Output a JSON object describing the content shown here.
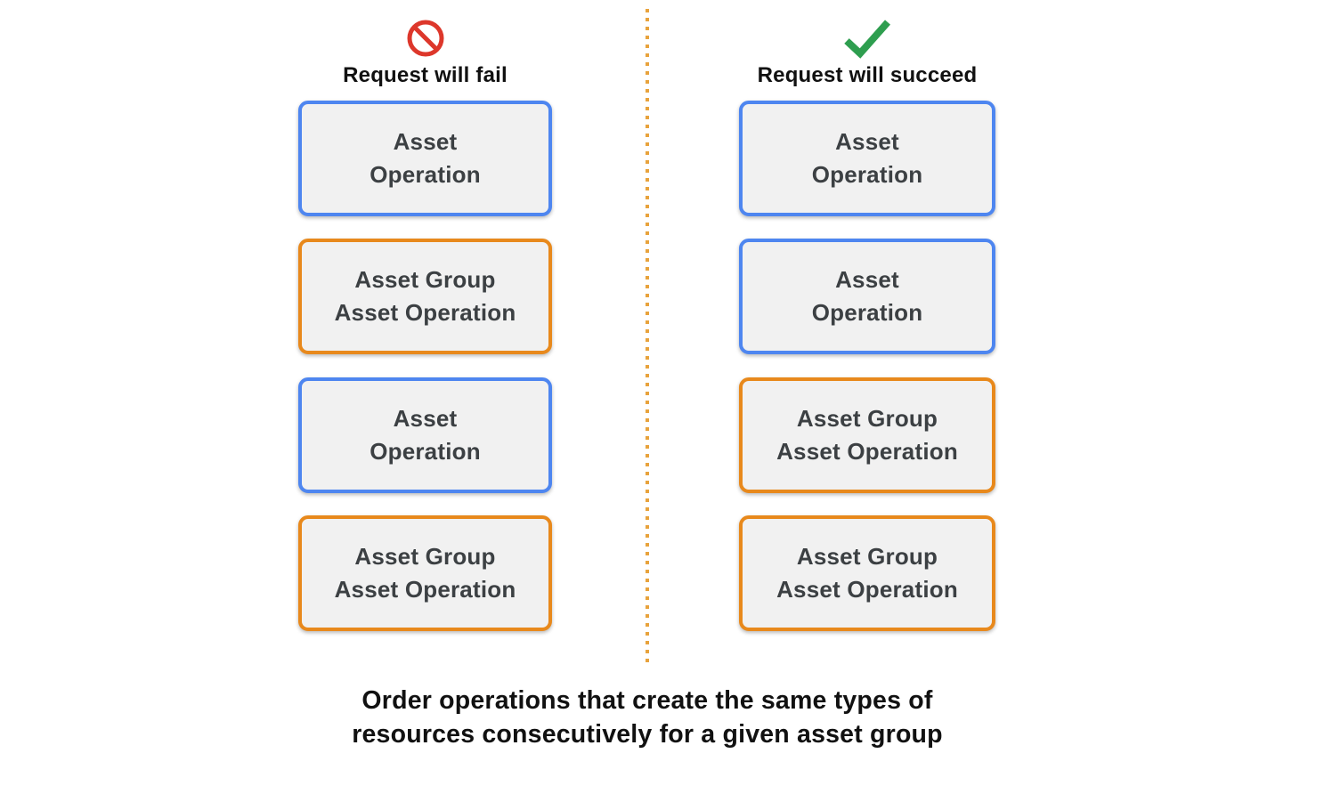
{
  "diagram": {
    "fail_column": {
      "icon": "prohibition-icon",
      "title": "Request will fail",
      "boxes": [
        {
          "type": "asset_operation",
          "line1": "Asset",
          "line2": "Operation"
        },
        {
          "type": "asset_group_asset_operation",
          "line1": "Asset Group",
          "line2": "Asset Operation"
        },
        {
          "type": "asset_operation",
          "line1": "Asset",
          "line2": "Operation"
        },
        {
          "type": "asset_group_asset_operation",
          "line1": "Asset Group",
          "line2": "Asset Operation"
        }
      ]
    },
    "succeed_column": {
      "icon": "checkmark-icon",
      "title": "Request will succeed",
      "boxes": [
        {
          "type": "asset_operation",
          "line1": "Asset",
          "line2": "Operation"
        },
        {
          "type": "asset_operation",
          "line1": "Asset",
          "line2": "Operation"
        },
        {
          "type": "asset_group_asset_operation",
          "line1": "Asset Group",
          "line2": "Asset Operation"
        },
        {
          "type": "asset_group_asset_operation",
          "line1": "Asset Group",
          "line2": "Asset Operation"
        }
      ]
    },
    "caption": {
      "line1": "Order operations that create the same types of",
      "line2": "resources consecutively for a given asset group"
    },
    "colors": {
      "asset_operation_border": "#4e86f0",
      "asset_group_asset_operation_border": "#e8891c",
      "box_background": "#f1f1f1",
      "box_text": "#3c4043",
      "divider_dots": "#e8a33d",
      "fail_icon": "#dd372b",
      "succeed_icon": "#2e9e4f",
      "heading_text": "#111111"
    }
  }
}
